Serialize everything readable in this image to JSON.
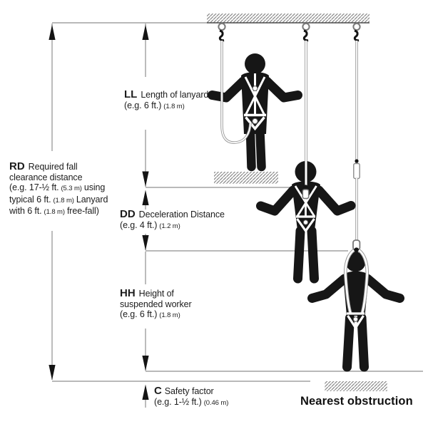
{
  "diagram": {
    "type": "fall-clearance-safety-diagram",
    "labels": {
      "ll": {
        "code": "LL",
        "name": "Length of lanyard",
        "example": "(e.g. 6 ft.)",
        "metric": "(1.8 m)"
      },
      "rd": {
        "code": "RD",
        "line1": "Required fall",
        "line2": "clearance distance",
        "line3a": "(e.g. 17-½ ft.",
        "line3b": "(5.3 m)",
        "line3c": "using",
        "line4a": "typical 6 ft.",
        "line4b": "(1.8 m)",
        "line4c": "Lanyard",
        "line5a": "with 6 ft.",
        "line5b": "(1.8 m)",
        "line5c": "free-fall)"
      },
      "dd": {
        "code": "DD",
        "name": "Deceleration Distance",
        "example": "(e.g. 4 ft.)",
        "metric": "(1.2 m)"
      },
      "hh": {
        "code": "HH",
        "line1": "Height of",
        "line2": "suspended worker",
        "example": "(e.g. 6 ft.)",
        "metric": "(1.8 m)"
      },
      "c": {
        "code": "C",
        "name": "Safety factor",
        "example": "(e.g. 1-½ ft.)",
        "metric": "(0.46 m)"
      },
      "obstruction": "Nearest obstruction"
    },
    "icons": {
      "anchor-ring": "circle ring at ceiling",
      "carabiner-hook": "black snap-hook squiggle",
      "energy-absorber": "white rectangle on lifeline",
      "hatch": "diagonal /// lines for ceiling, platform, obstruction"
    },
    "colors": {
      "ink": "#1c1c1c",
      "figure": "#161616",
      "dimension_line": "#8f8f8f",
      "rope": "#9c9c9c",
      "hatch": "#7d7d7d",
      "background": "#ffffff"
    }
  }
}
